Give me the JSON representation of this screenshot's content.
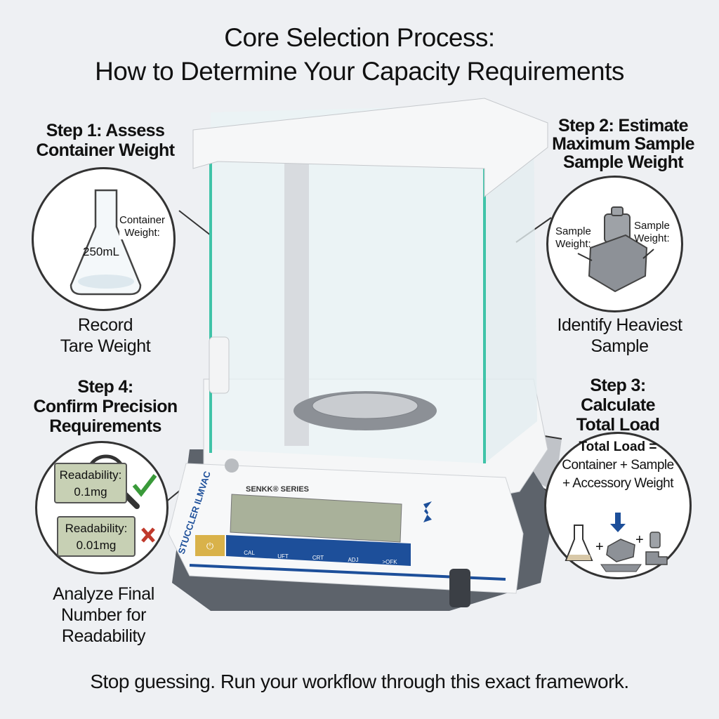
{
  "title": {
    "line1": "Core Selection Process:",
    "line2": "How to Determine Your Capacity Requirements"
  },
  "step1": {
    "heading1": "Step 1: Assess",
    "heading2": "Container Weight",
    "flask_label": "250mL",
    "weight_label1": "Container",
    "weight_label2": "Weight:",
    "caption1": "Record",
    "caption2": "Tare Weight"
  },
  "step2": {
    "heading1": "Step 2: Estimate",
    "heading2": "Maximum Sample",
    "heading3": "Sample Weight",
    "left_label1": "Sample",
    "left_label2": "Weight:",
    "right_label1": "Sample",
    "right_label2": "Weight:",
    "caption1": "Identify Heaviest",
    "caption2": "Sample"
  },
  "step3": {
    "heading1": "Step 3:",
    "heading2": "Calculate",
    "heading3": "Total Load",
    "formula1": "Total Load =",
    "formula2": "Container + Sample",
    "formula3": "+ Accessory Weight",
    "plus": "+"
  },
  "step4": {
    "heading1": "Step 4:",
    "heading2": "Confirm Precision",
    "heading3": "Requirements",
    "card1_line1": "Readability:",
    "card1_line2": "0.1mg",
    "card2_line1": "Readability:",
    "card2_line2": "0.01mg",
    "caption1": "Analyze Final",
    "caption2": "Number for",
    "caption3": "Readability"
  },
  "balance": {
    "series_label": "SENKK® SERIES",
    "brand_label": "STUCCLER ILMVAC",
    "buttons": [
      {
        "label": "CAL"
      },
      {
        "label": "UFT"
      },
      {
        "label": "CRT"
      },
      {
        "label": "ADJ"
      },
      {
        "label": ">OFK"
      }
    ]
  },
  "footer": "Stop guessing. Run your workflow through this exact framework.",
  "colors": {
    "background": "#eef0f3",
    "accent_blue": "#1d4f9a",
    "glass": "#3fc3a8",
    "power_button": "#d9b24a",
    "check": "#3a9a3a",
    "cross": "#c0392b"
  }
}
